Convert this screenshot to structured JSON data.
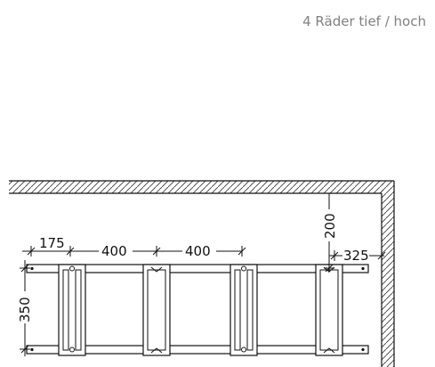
{
  "title": "4 Räder tief / hoch",
  "dimensions": {
    "first_gap": "175",
    "gap_1": "400",
    "gap_2": "400",
    "wall_distance": "325",
    "ceiling_distance": "200",
    "rail_spacing": "350"
  },
  "rack_unit_count": 4
}
